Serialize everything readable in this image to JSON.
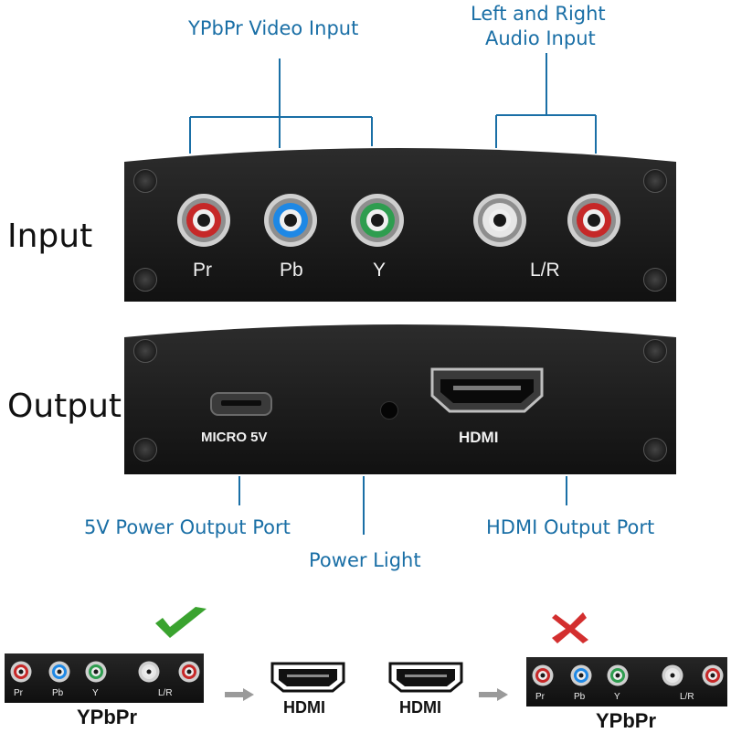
{
  "callouts": {
    "video_input": "YPbPr Video Input",
    "audio_input_line1": "Left and Right",
    "audio_input_line2": "Audio Input",
    "power_port": "5V Power Output Port",
    "power_light": "Power Light",
    "hdmi_port": "HDMI Output Port"
  },
  "side_labels": {
    "input": "Input",
    "output": "Output"
  },
  "input_panel": {
    "ports": [
      {
        "label": "Pr",
        "color": "#c62828"
      },
      {
        "label": "Pb",
        "color": "#1e88e5"
      },
      {
        "label": "Y",
        "color": "#2e9d4f"
      },
      {
        "label": "",
        "color": "#e6e6e6"
      },
      {
        "label": "",
        "color": "#c62828"
      }
    ],
    "lr_label": "L/R"
  },
  "output_panel": {
    "micro_label": "MICRO 5V",
    "hdmi_label": "HDMI"
  },
  "diagram": {
    "left_device_label": "YPbPr",
    "right_device_label": "YPbPr",
    "hdmi_left_label": "HDMI",
    "hdmi_right_label": "HDMI",
    "small_labels": [
      "Pr",
      "Pb",
      "Y",
      "L/R"
    ],
    "valid_icon": "check-icon",
    "invalid_icon": "cross-icon",
    "check_color": "#3aa32f",
    "cross_color": "#d32f2f",
    "arrow_color": "#9a9a9a"
  },
  "colors": {
    "callout_blue": "#1a6fa6"
  }
}
